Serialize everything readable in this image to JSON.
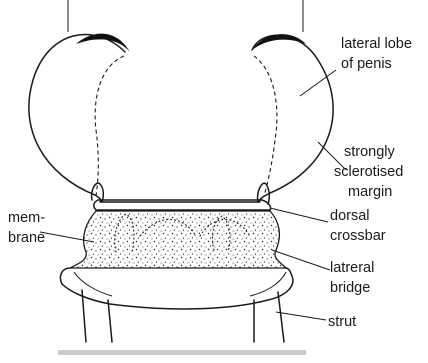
{
  "labels": {
    "lateral_lobe": [
      "lateral lobe",
      "of penis"
    ],
    "sclerotised_margin": [
      "strongly",
      "sclerotised",
      "margin"
    ],
    "membrane": [
      "mem-",
      "brane"
    ],
    "dorsal_crossbar": [
      "dorsal",
      "crossbar"
    ],
    "lateral_bridge": [
      "latreral",
      "bridge"
    ],
    "strut": "strut"
  }
}
